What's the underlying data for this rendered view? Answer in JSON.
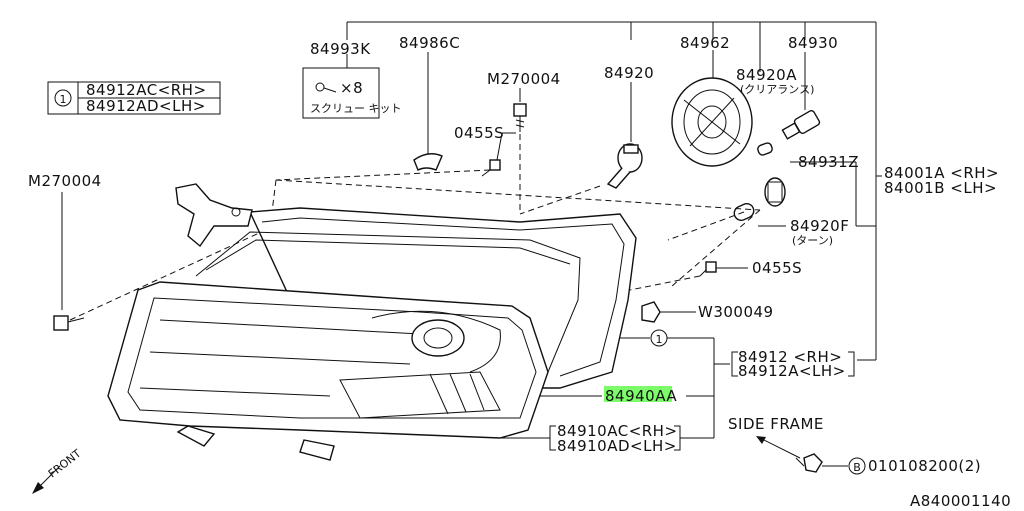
{
  "legend": {
    "marker": "1",
    "rows": [
      "84912AC<RH>",
      "84912AD<LH>"
    ]
  },
  "labels": {
    "p84993k": "84993K",
    "p84986c": "84986C",
    "m270004_top": "M270004",
    "p84920": "84920",
    "p84962": "84962",
    "p84930": "84930",
    "p84920a": "84920A",
    "p84920a_note": "(クリアランス)",
    "p0455s_top": "0455S",
    "p84931z": "84931Z",
    "p84001a": "84001A <RH>",
    "p84001b": "84001B <LH>",
    "m270004_left": "M270004",
    "p84920f": "84920F",
    "p84920f_note": "(ターン)",
    "p0455s_right": "0455S",
    "w300049": "W300049",
    "marker1": "1",
    "p84912": "84912 <RH>",
    "p84912a": "84912A<LH>",
    "p84940aa": "84940AA",
    "p84910ac": "84910AC<RH>",
    "p84910ad": "84910AD<LH>",
    "side_frame": "SIDE FRAME",
    "bolt_marker": "B",
    "bolt_part": "010108200(2)",
    "front": "FRONT",
    "screw_count": "×8",
    "screw_kit": "スクリュー キット",
    "diagram_id": "A840001140"
  },
  "highlight_color": "#7CFC6A"
}
